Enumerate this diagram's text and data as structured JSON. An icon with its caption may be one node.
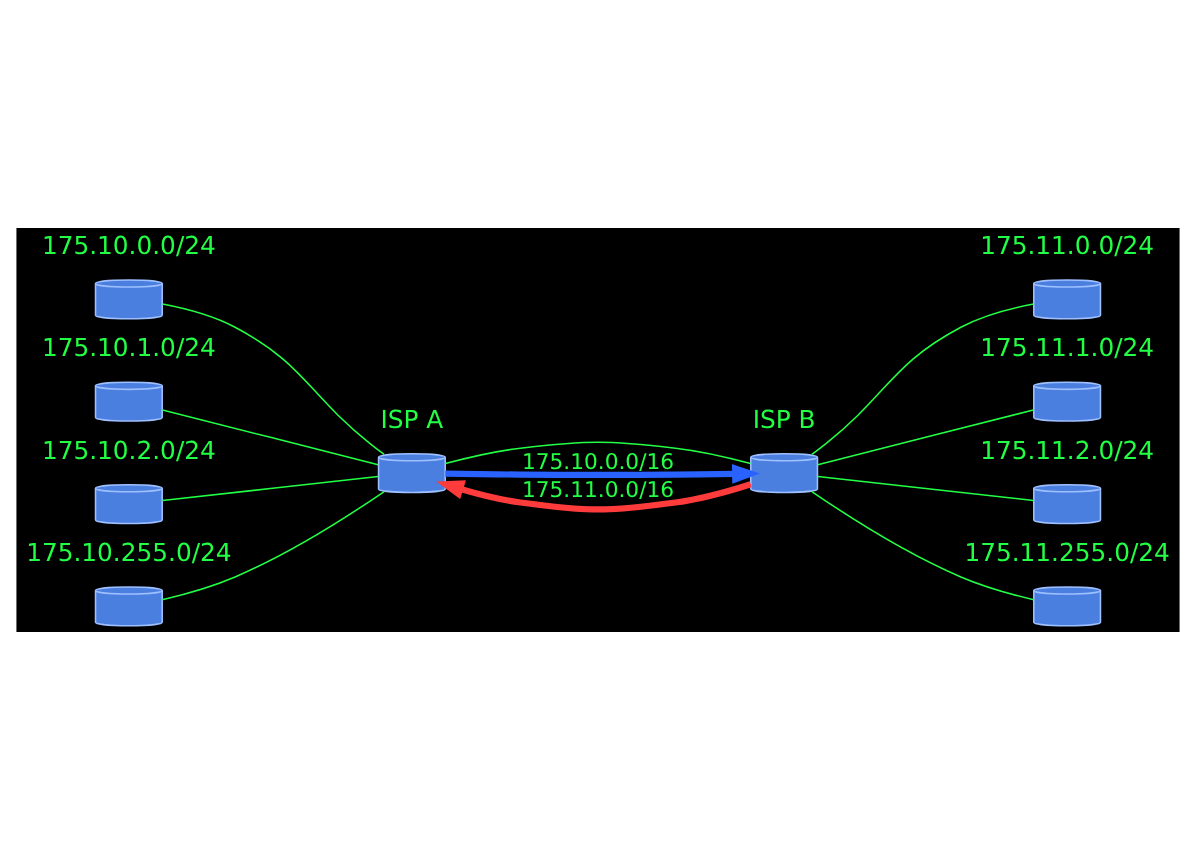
{
  "diagram": {
    "nodes": [
      {
        "text": [],
        "shape": "cylinder",
        "beside": [
          "ISP A"
        ]
      },
      {
        "text": [],
        "shape": "cylinder",
        "beside": [
          "ISP B"
        ]
      },
      {
        "text": [],
        "shape": "cylinder",
        "beside": [
          "175.10.0.0/24"
        ]
      },
      {
        "text": [],
        "shape": "cylinder",
        "beside": [
          "175.10.1.0/24"
        ]
      },
      {
        "text": [],
        "shape": "cylinder",
        "beside": [
          "175.10.2.0/24"
        ]
      },
      {
        "text": [],
        "shape": "cylinder",
        "beside": [
          "175.10.255.0/24"
        ]
      },
      {
        "text": [],
        "shape": "cylinder",
        "beside": [
          "175.11.0.0/24"
        ]
      },
      {
        "text": [],
        "shape": "cylinder",
        "beside": [
          "175.11.1.0/24"
        ]
      },
      {
        "text": [],
        "shape": "cylinder",
        "beside": [
          "175.11.2.0/24"
        ]
      },
      {
        "text": [],
        "shape": "cylinder",
        "beside": [
          "175.11.255.0/24"
        ]
      }
    ],
    "edges": [
      {
        "from": 2,
        "to": 0,
        "arrow": "none"
      },
      {
        "from": 3,
        "to": 0,
        "arrow": "none"
      },
      {
        "from": 4,
        "to": 0,
        "arrow": "none"
      },
      {
        "from": 5,
        "to": 0,
        "arrow": "none"
      },
      {
        "from": 0,
        "to": 1,
        "arrow": "none"
      },
      {
        "from": 1,
        "to": 6,
        "arrow": "none"
      },
      {
        "from": 1,
        "to": 7,
        "arrow": "none"
      },
      {
        "from": 1,
        "to": 8,
        "arrow": "none"
      },
      {
        "from": 1,
        "to": 9,
        "arrow": "none"
      },
      {
        "from": 0,
        "to": 1,
        "arrow": "to",
        "label": "175.10.0.0/16",
        "style": "thick",
        "color": "#2962ff"
      },
      {
        "from": 1,
        "to": 0,
        "arrow": "to",
        "label": "175.11.0.0/16",
        "style": "thick",
        "color": "#ff3b3b"
      }
    ]
  }
}
